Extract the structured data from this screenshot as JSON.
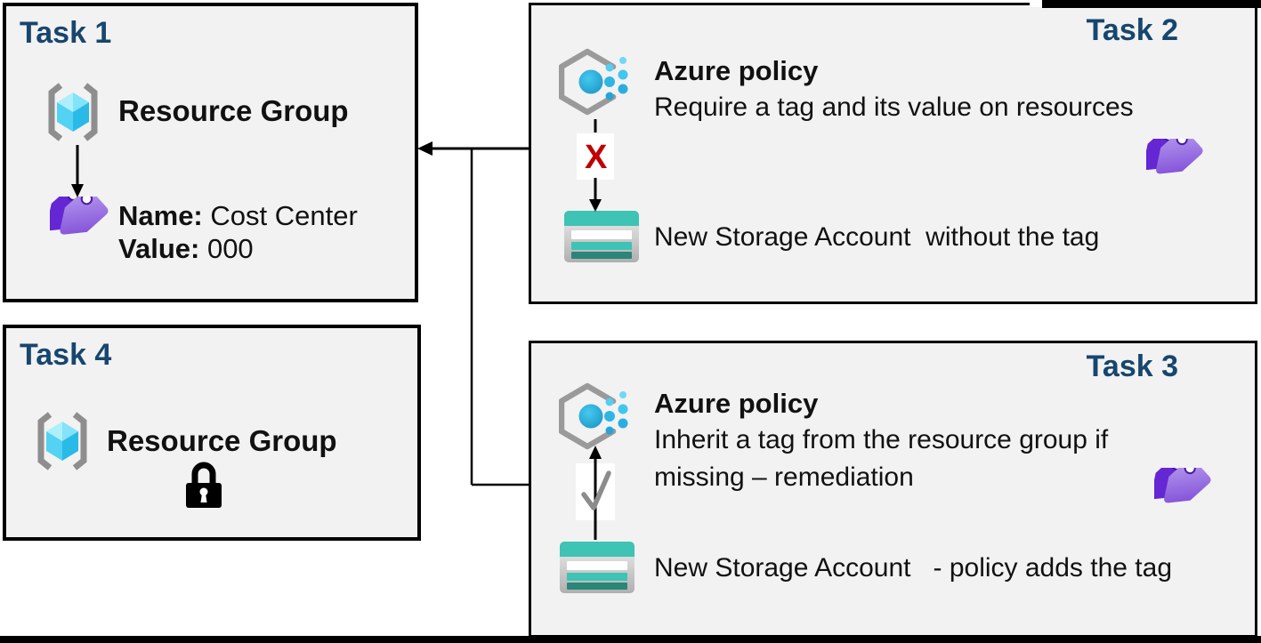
{
  "diagram_title": "Azure Policy tagging tasks diagram",
  "colors": {
    "panel_fill": "#f2f2f2",
    "panel_border": "#000000",
    "title_navy": "#17466E",
    "text": "#111111",
    "red_x": "#C00000",
    "storage_teal": "#3EC3B4",
    "storage_teal_dark": "#2B8579",
    "tag_purple_dark": "#6526D4",
    "tag_purple_light": "#B49BEC",
    "policy_gray": "#9A9A9A",
    "policy_blue": "#2FB5E4",
    "check_gray": "#8C8C8C",
    "accent_bar": "#000000"
  },
  "icons": {
    "resource_group": "cube-in-brackets-icon",
    "azure_policy": "hexagon-with-dots-icon",
    "storage_account": "storage-bars-icon",
    "tags": "double-purple-tag-icon",
    "lock": "padlock-icon",
    "check": "checkmark-icon",
    "arrows": "black-connector-arrows"
  },
  "task1": {
    "title": "Task 1",
    "resource_group_label": "Resource Group",
    "tag_name_label": "Name:",
    "tag_name_value": "Cost Center",
    "tag_value_label": "Value:",
    "tag_value_value": "000"
  },
  "task2": {
    "title": "Task 2",
    "policy_title": "Azure policy",
    "policy_description": "Require a tag and its value on resources",
    "x_mark": "X",
    "storage_label": "New Storage Account  without the tag"
  },
  "task3": {
    "title": "Task 3",
    "policy_title": "Azure policy",
    "policy_description_line1": "Inherit a tag from the resource group if",
    "policy_description_line2": "missing – remediation",
    "storage_label": "New Storage Account   - policy adds the tag"
  },
  "task4": {
    "title": "Task 4",
    "resource_group_label": "Resource Group"
  }
}
